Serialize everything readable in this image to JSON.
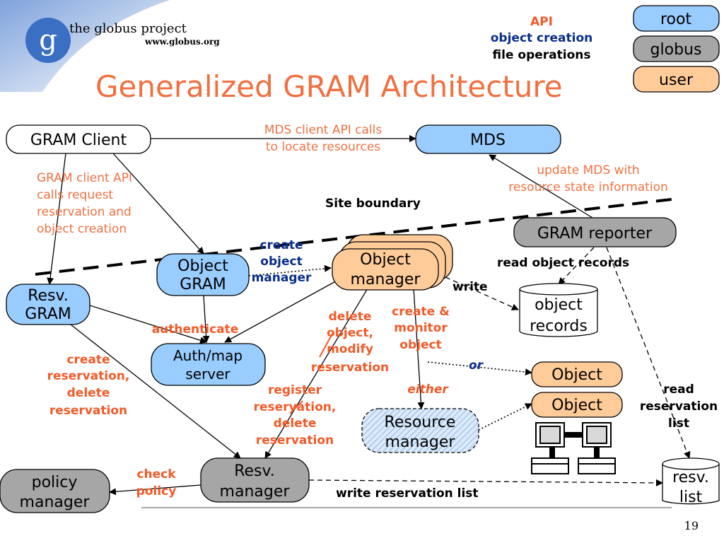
{
  "header": {
    "logo_name": "the globus project",
    "logo_url": "www.globus.org",
    "title": "Generalized GRAM Architecture"
  },
  "legend": {
    "api": "API",
    "object_creation": "object creation",
    "file_operations": "file operations",
    "root": "root",
    "globus": "globus",
    "user": "user"
  },
  "nodes": {
    "gram_client": "GRAM Client",
    "mds": "MDS",
    "gram_reporter": "GRAM reporter",
    "object_gram": [
      "Object",
      "GRAM"
    ],
    "object_manager": [
      "Object",
      "manager"
    ],
    "resv_gram": [
      "Resv.",
      "GRAM"
    ],
    "auth_map": [
      "Auth/map",
      "server"
    ],
    "object_records": [
      "object",
      "records"
    ],
    "object_1": "Object",
    "object_2": "Object",
    "resource_manager": [
      "Resource",
      "manager"
    ],
    "resv_manager": [
      "Resv.",
      "manager"
    ],
    "policy_manager": [
      "policy",
      "manager"
    ],
    "resv_list": [
      "resv.",
      "list"
    ]
  },
  "labels": {
    "mds_client_api": [
      "MDS client API calls",
      "to locate resources"
    ],
    "update_mds": [
      "update MDS with",
      "resource state information"
    ],
    "gram_client_api": [
      "GRAM client API",
      "calls request",
      "reservation and",
      "object creation"
    ],
    "site_boundary": "Site boundary",
    "create_object_manager": [
      "create",
      "object",
      "manager"
    ],
    "read_object_records": "read object records",
    "write": "write",
    "authenticate": "authenticate",
    "delete_object": [
      "delete",
      "object,",
      "modify",
      "reservation"
    ],
    "create_monitor": [
      "create &",
      "monitor",
      "object"
    ],
    "or": "or",
    "either": "either",
    "create_reservation": [
      "create",
      "reservation,",
      "delete",
      "reservation"
    ],
    "register_reservation": [
      "register",
      "reservation,",
      "delete",
      "reservation"
    ],
    "read_reservation_list": [
      "read",
      "reservation",
      "list"
    ],
    "check_policy": [
      "check",
      "policy"
    ],
    "write_reservation_list": "write reservation list"
  },
  "colors": {
    "root": "#99ccff",
    "globus": "#a6a6a6",
    "user": "#ffcc99",
    "accent": "#f07040"
  },
  "footer": {
    "page_number": "19"
  }
}
